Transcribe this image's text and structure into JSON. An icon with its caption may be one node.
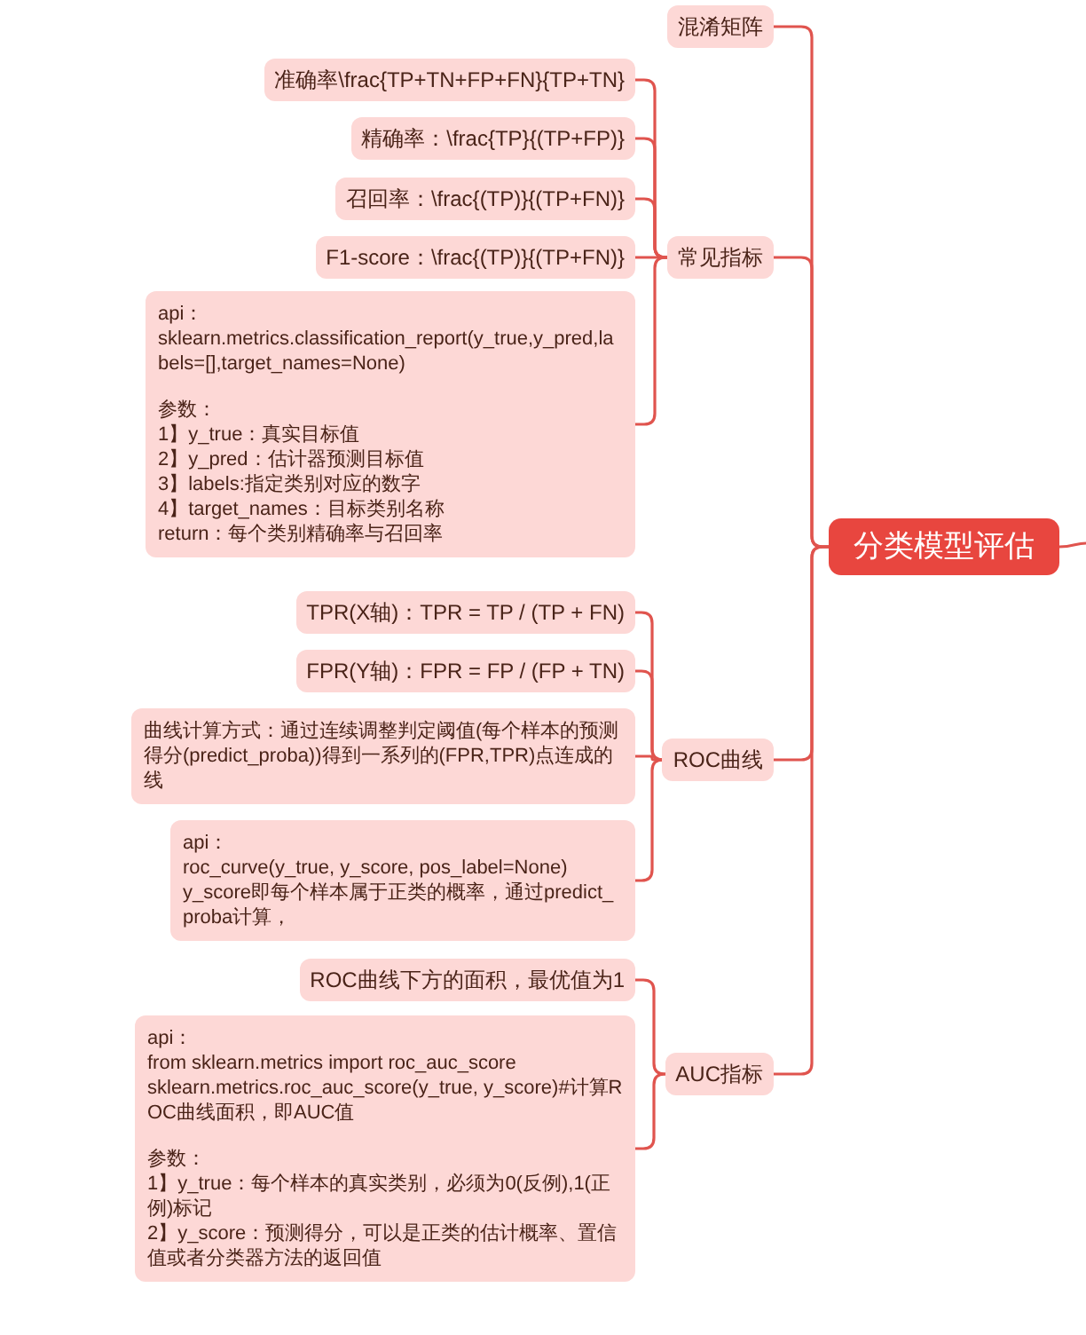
{
  "diagram": {
    "nodes": [
      {
        "text": [
          "分类模型评估"
        ]
      },
      {
        "text": [
          "混淆矩阵"
        ]
      },
      {
        "text": [
          "常见指标"
        ]
      },
      {
        "text": [
          "ROC曲线"
        ]
      },
      {
        "text": [
          "AUC指标"
        ]
      },
      {
        "text": [
          "准确率\\frac{TP+TN+FP+FN}{TP+TN}"
        ]
      },
      {
        "text": [
          "精确率：\\frac{TP}{(TP+FP)}"
        ]
      },
      {
        "text": [
          "召回率：\\frac{(TP)}{(TP+FN)}"
        ]
      },
      {
        "text": [
          "F1-score：\\frac{(TP)}{(TP+FN)}"
        ]
      },
      {
        "text": [
          "api：",
          "sklearn.metrics.classification_report(y_true,y_pred,labels=[],target_names=None)",
          "参数：",
          "1】y_true：真实目标值",
          "2】y_pred：估计器预测目标值",
          "3】labels:指定类别对应的数字",
          "4】target_names：目标类别名称",
          "return：每个类别精确率与召回率"
        ]
      },
      {
        "text": [
          "TPR(X轴)：TPR = TP / (TP + FN)"
        ]
      },
      {
        "text": [
          "FPR(Y轴)：FPR = FP / (FP + TN)"
        ]
      },
      {
        "text": [
          "曲线计算方式：通过连续调整判定阈值(每个样本的预测得分(predict_proba))得到一系列的(FPR,TPR)点连成的线"
        ]
      },
      {
        "text": [
          "api：",
          "roc_curve(y_true, y_score, pos_label=None)",
          "y_score即每个样本属于正类的概率，通过predict_proba计算，"
        ]
      },
      {
        "text": [
          "ROC曲线下方的面积，最优值为1"
        ]
      },
      {
        "text": [
          "api：",
          "from sklearn.metrics import roc_auc_score",
          "sklearn.metrics.roc_auc_score(y_true, y_score)#计算ROC曲线面积，即AUC值",
          "参数：",
          "1】y_true：每个样本的真实类别，必须为0(反例),1(正例)标记",
          "2】y_score：预测得分，可以是正类的估计概率、置信值或者分类器方法的返回值"
        ]
      }
    ],
    "edges": [
      {
        "from": 0,
        "to": 1,
        "arrow": "none"
      },
      {
        "from": 0,
        "to": 2,
        "arrow": "none"
      },
      {
        "from": 0,
        "to": 3,
        "arrow": "none"
      },
      {
        "from": 0,
        "to": 4,
        "arrow": "none"
      },
      {
        "from": 2,
        "to": 5,
        "arrow": "none"
      },
      {
        "from": 2,
        "to": 6,
        "arrow": "none"
      },
      {
        "from": 2,
        "to": 7,
        "arrow": "none"
      },
      {
        "from": 2,
        "to": 8,
        "arrow": "none"
      },
      {
        "from": 2,
        "to": 9,
        "arrow": "none"
      },
      {
        "from": 3,
        "to": 10,
        "arrow": "none"
      },
      {
        "from": 3,
        "to": 11,
        "arrow": "none"
      },
      {
        "from": 3,
        "to": 12,
        "arrow": "none"
      },
      {
        "from": 3,
        "to": 13,
        "arrow": "none"
      },
      {
        "from": 4,
        "to": 14,
        "arrow": "none"
      },
      {
        "from": 4,
        "to": 15,
        "arrow": "none"
      },
      {
        "from": 0,
        "to": null,
        "arrow": "none"
      }
    ]
  }
}
